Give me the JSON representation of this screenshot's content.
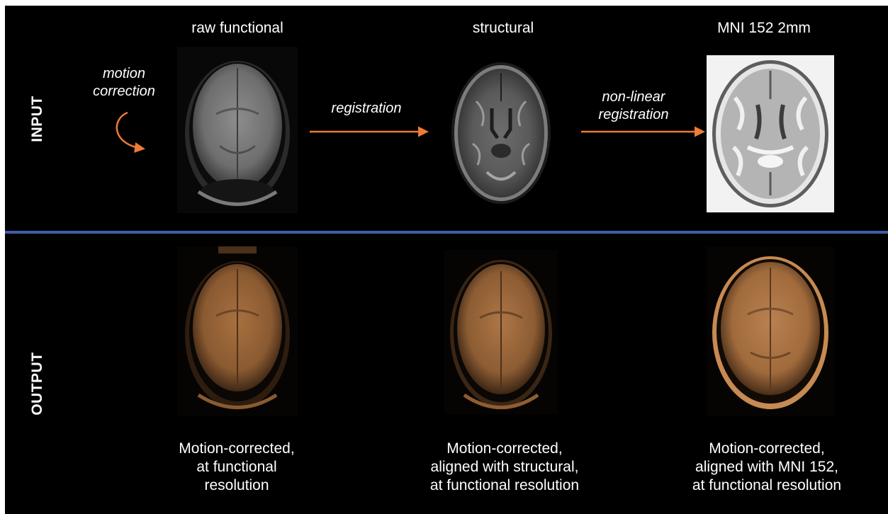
{
  "colors": {
    "background": "#000000",
    "divider": "#3f5fa8",
    "arrow": "#ee7b35",
    "output_tint": "#e39a5c"
  },
  "rows": {
    "input_label": "INPUT",
    "output_label": "OUTPUT"
  },
  "columns": [
    {
      "title": "raw functional"
    },
    {
      "title": "structural"
    },
    {
      "title": "MNI 152 2mm"
    }
  ],
  "steps": {
    "motion_correction": [
      "motion",
      "correction"
    ],
    "registration": [
      "registration"
    ],
    "nonlinear_registration": [
      "non-linear",
      "registration"
    ]
  },
  "captions": [
    [
      "Motion-corrected,",
      "at functional",
      "resolution"
    ],
    [
      "Motion-corrected,",
      "aligned with structural,",
      "at functional resolution"
    ],
    [
      "Motion-corrected,",
      "aligned with MNI 152,",
      "at functional resolution"
    ]
  ],
  "images": [
    {
      "name": "raw-functional-scan",
      "style": "functional-gray"
    },
    {
      "name": "structural-scan",
      "style": "structural"
    },
    {
      "name": "mni-152-template",
      "style": "template"
    },
    {
      "name": "output-functional-resolution-scan",
      "style": "functional-orange"
    },
    {
      "name": "output-structural-aligned-scan",
      "style": "functional-orange"
    },
    {
      "name": "output-mni-aligned-scan",
      "style": "functional-orange-bright"
    }
  ]
}
